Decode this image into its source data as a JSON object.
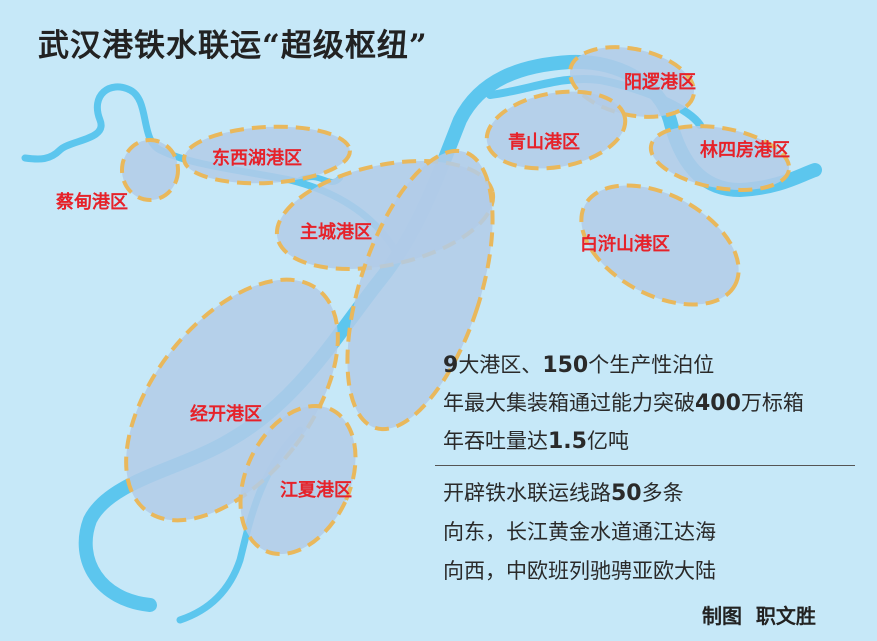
{
  "title": "武汉港铁水联运“超级枢纽”",
  "ports": [
    {
      "name": "阳逻港区"
    },
    {
      "name": "青山港区"
    },
    {
      "name": "林四房港区"
    },
    {
      "name": "东西湖港区"
    },
    {
      "name": "蔡甸港区"
    },
    {
      "name": "主城港区"
    },
    {
      "name": "白浒山港区"
    },
    {
      "name": "经开港区"
    },
    {
      "name": "江夏港区"
    }
  ],
  "stats": {
    "line1": {
      "n1": "9",
      "t1": "大港区、",
      "n2": "150",
      "t2": "个生产性泊位"
    },
    "line2": {
      "t1": "年最大集装箱通过能力突破",
      "n1": "400",
      "t2": "万标箱"
    },
    "line3": {
      "t1": "年吞吐量达",
      "n1": "1.5",
      "t2": "亿吨"
    },
    "line4": {
      "t1": "开辟铁水联运线路",
      "n1": "50",
      "t2": "多条"
    },
    "line5": "向东，长江黄金水道通江达海",
    "line6": "向西，中欧班列驰骋亚欧大陆"
  },
  "credit": "制图  职文胜",
  "colors": {
    "background": "#c6e8f8",
    "river": "#5cc6ee",
    "zone_fill": "#b2cbe8",
    "zone_border": "#e9b85c",
    "label": "#e6222a"
  }
}
